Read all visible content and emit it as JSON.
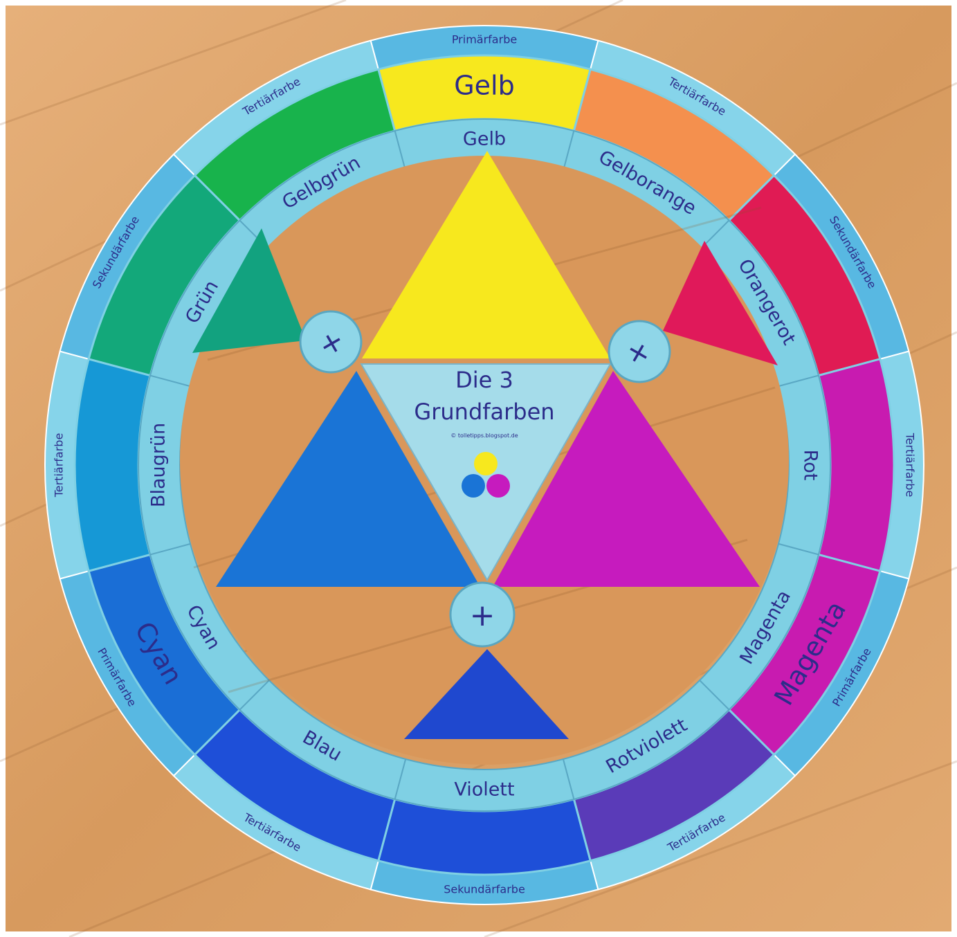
{
  "outer_ring_labels": {
    "top": "Primärfarbe",
    "top_right": "Tertiärfarbe",
    "right_upper": "Sekundärfarbe",
    "right": "Tertiärfarbe",
    "right_lower": "Primärfarbe",
    "bottom_right": "Tertiärfarbe",
    "bottom": "Sekundärfarbe",
    "bottom_left": "Tertiärfarbe",
    "left_lower": "Primärfarbe",
    "left": "Tertiärfarbe",
    "left_upper": "Sekundärfarbe",
    "top_left": "Tertiärfarbe"
  },
  "big_labels": {
    "yellow": "Gelb",
    "magenta": "Magenta",
    "cyan": "Cyan"
  },
  "inner_ring_labels": {
    "gelb": "Gelb",
    "gelborange": "Gelborange",
    "orangerot": "Orangerot",
    "rot": "Rot",
    "magenta": "Magenta",
    "rotviolett": "Rotviolett",
    "violett": "Violett",
    "blau": "Blau",
    "cyan": "Cyan",
    "blaugruen": "Blaugrün",
    "gruen": "Grün",
    "gelbgruen": "Gelbgrün"
  },
  "center": {
    "title_line1": "Die 3",
    "title_line2": "Grundfarben",
    "credit": "© tolletipps.blogspot.de"
  },
  "plus_symbol": "+",
  "colors": {
    "yellow": "#f7e81e",
    "orange": "#f4904e",
    "red": "#e01b54",
    "magenta": "#c81bb0",
    "violet": "#5a3bb8",
    "blue": "#1e4fd8",
    "cyan": "#1a6ed6",
    "cyan_light": "#1698d6",
    "green": "#13a87a",
    "green_yellow": "#18b34c",
    "ring": "#7fd0e4",
    "wood": "#d99a5c"
  }
}
